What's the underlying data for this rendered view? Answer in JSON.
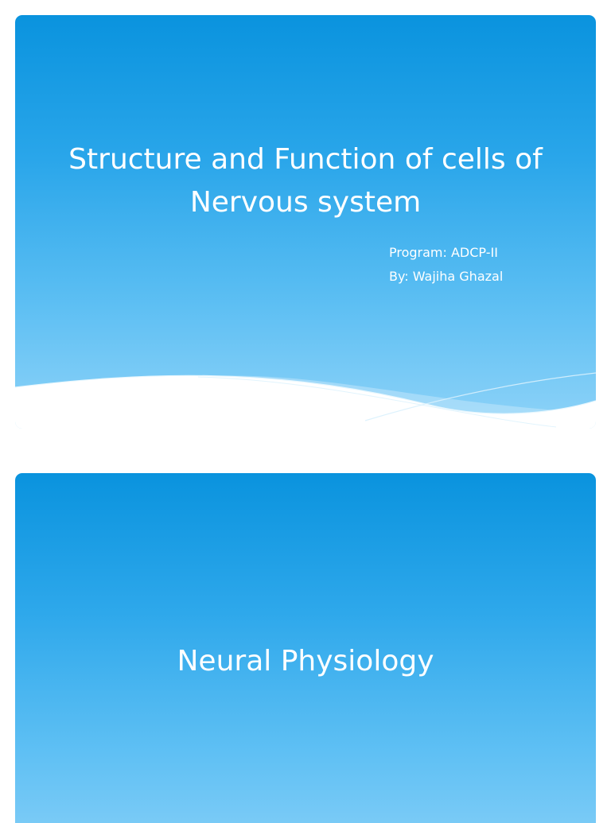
{
  "slides": [
    {
      "title": "Structure and Function of cells of Nervous system",
      "subtitle_lines": [
        "Program: ADCP-II",
        "By: Wajiha Ghazal"
      ]
    },
    {
      "title": "Neural Physiology"
    }
  ],
  "colors": {
    "slide_top": "#0a93de",
    "slide_bottom": "#8fd3f8",
    "wave": "#ffffff",
    "text": "#ffffff"
  }
}
